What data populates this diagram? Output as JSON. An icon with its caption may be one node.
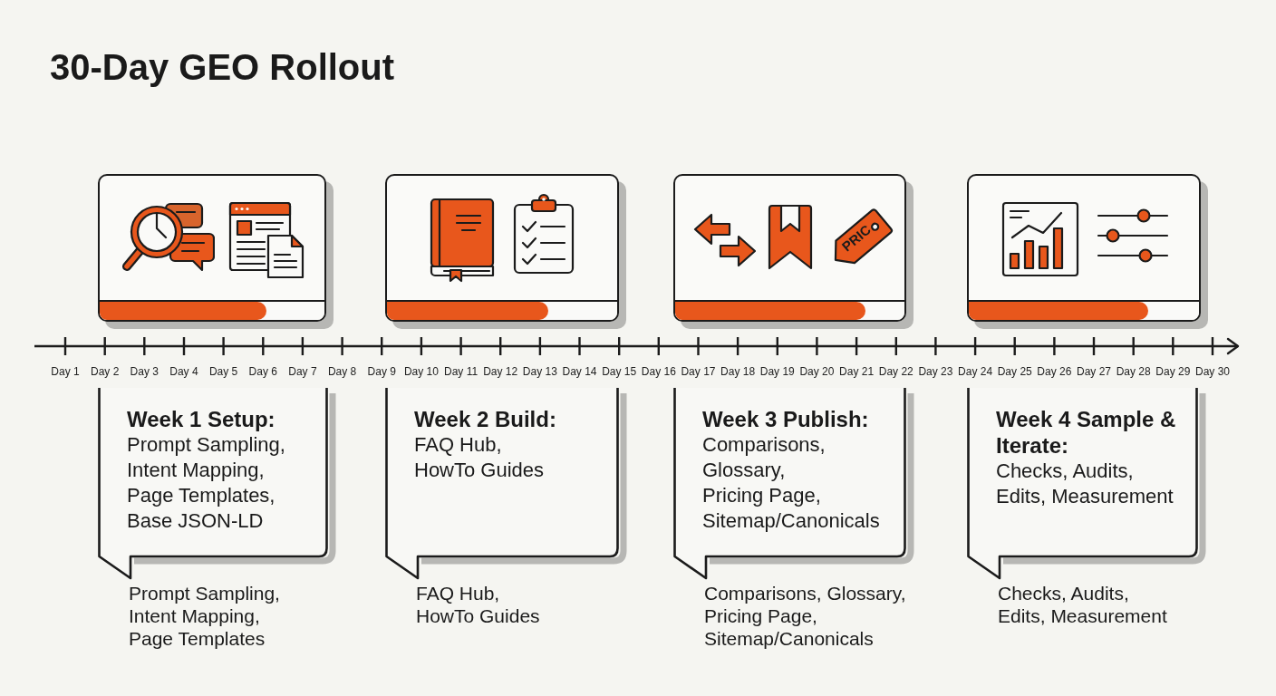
{
  "diagram": {
    "title": "30-Day GEO Rollout",
    "nodes": [
      {
        "text": [],
        "shape": "box"
      },
      {
        "text": [],
        "shape": "box"
      },
      {
        "text": [],
        "shape": "box"
      },
      {
        "text": [],
        "shape": "box"
      },
      {
        "text": [
          "Week 1 Setup:",
          "Prompt Sampling, Intent Mapping, Page Templates, Base JSON-LD"
        ],
        "beside": [
          "Prompt Sampling, Intent Mapping, Page Templates"
        ]
      },
      {
        "text": [
          "Week 2 Build:",
          "FAQ Hub, HowTo Guides"
        ],
        "beside": [
          "FAQ Hub, HowTo Guides"
        ]
      },
      {
        "text": [
          "Week 3 Publish:",
          "Comparisons, Glossary, Pricing Page, Sitemap/Canonicals"
        ],
        "beside": [
          "Comparisons, Glossary, Pricing Page, Sitemap/Canonicals"
        ]
      },
      {
        "text": [
          "Week 4 Sample & Iterate:",
          "Checks, Audits, Edits, Measurement"
        ],
        "beside": [
          "Checks, Audits, Edits, Measurement"
        ]
      }
    ],
    "labels": [
      "PRIC",
      "Day 1",
      "Day 2",
      "Day 3",
      "Day 4",
      "Day 5",
      "Day 6",
      "Day 7",
      "Day 8",
      "Day 9",
      "Day 10",
      "Day 11",
      "Day 12",
      "Day 13",
      "Day 14",
      "Day 15",
      "Day 16",
      "Day 17",
      "Day 18",
      "Day 19",
      "Day 20",
      "Day 21",
      "Day 22",
      "Day 23",
      "Day 24",
      "Day 25",
      "Day 26",
      "Day 27",
      "Day 28",
      "Day 29",
      "Day 30"
    ]
  }
}
